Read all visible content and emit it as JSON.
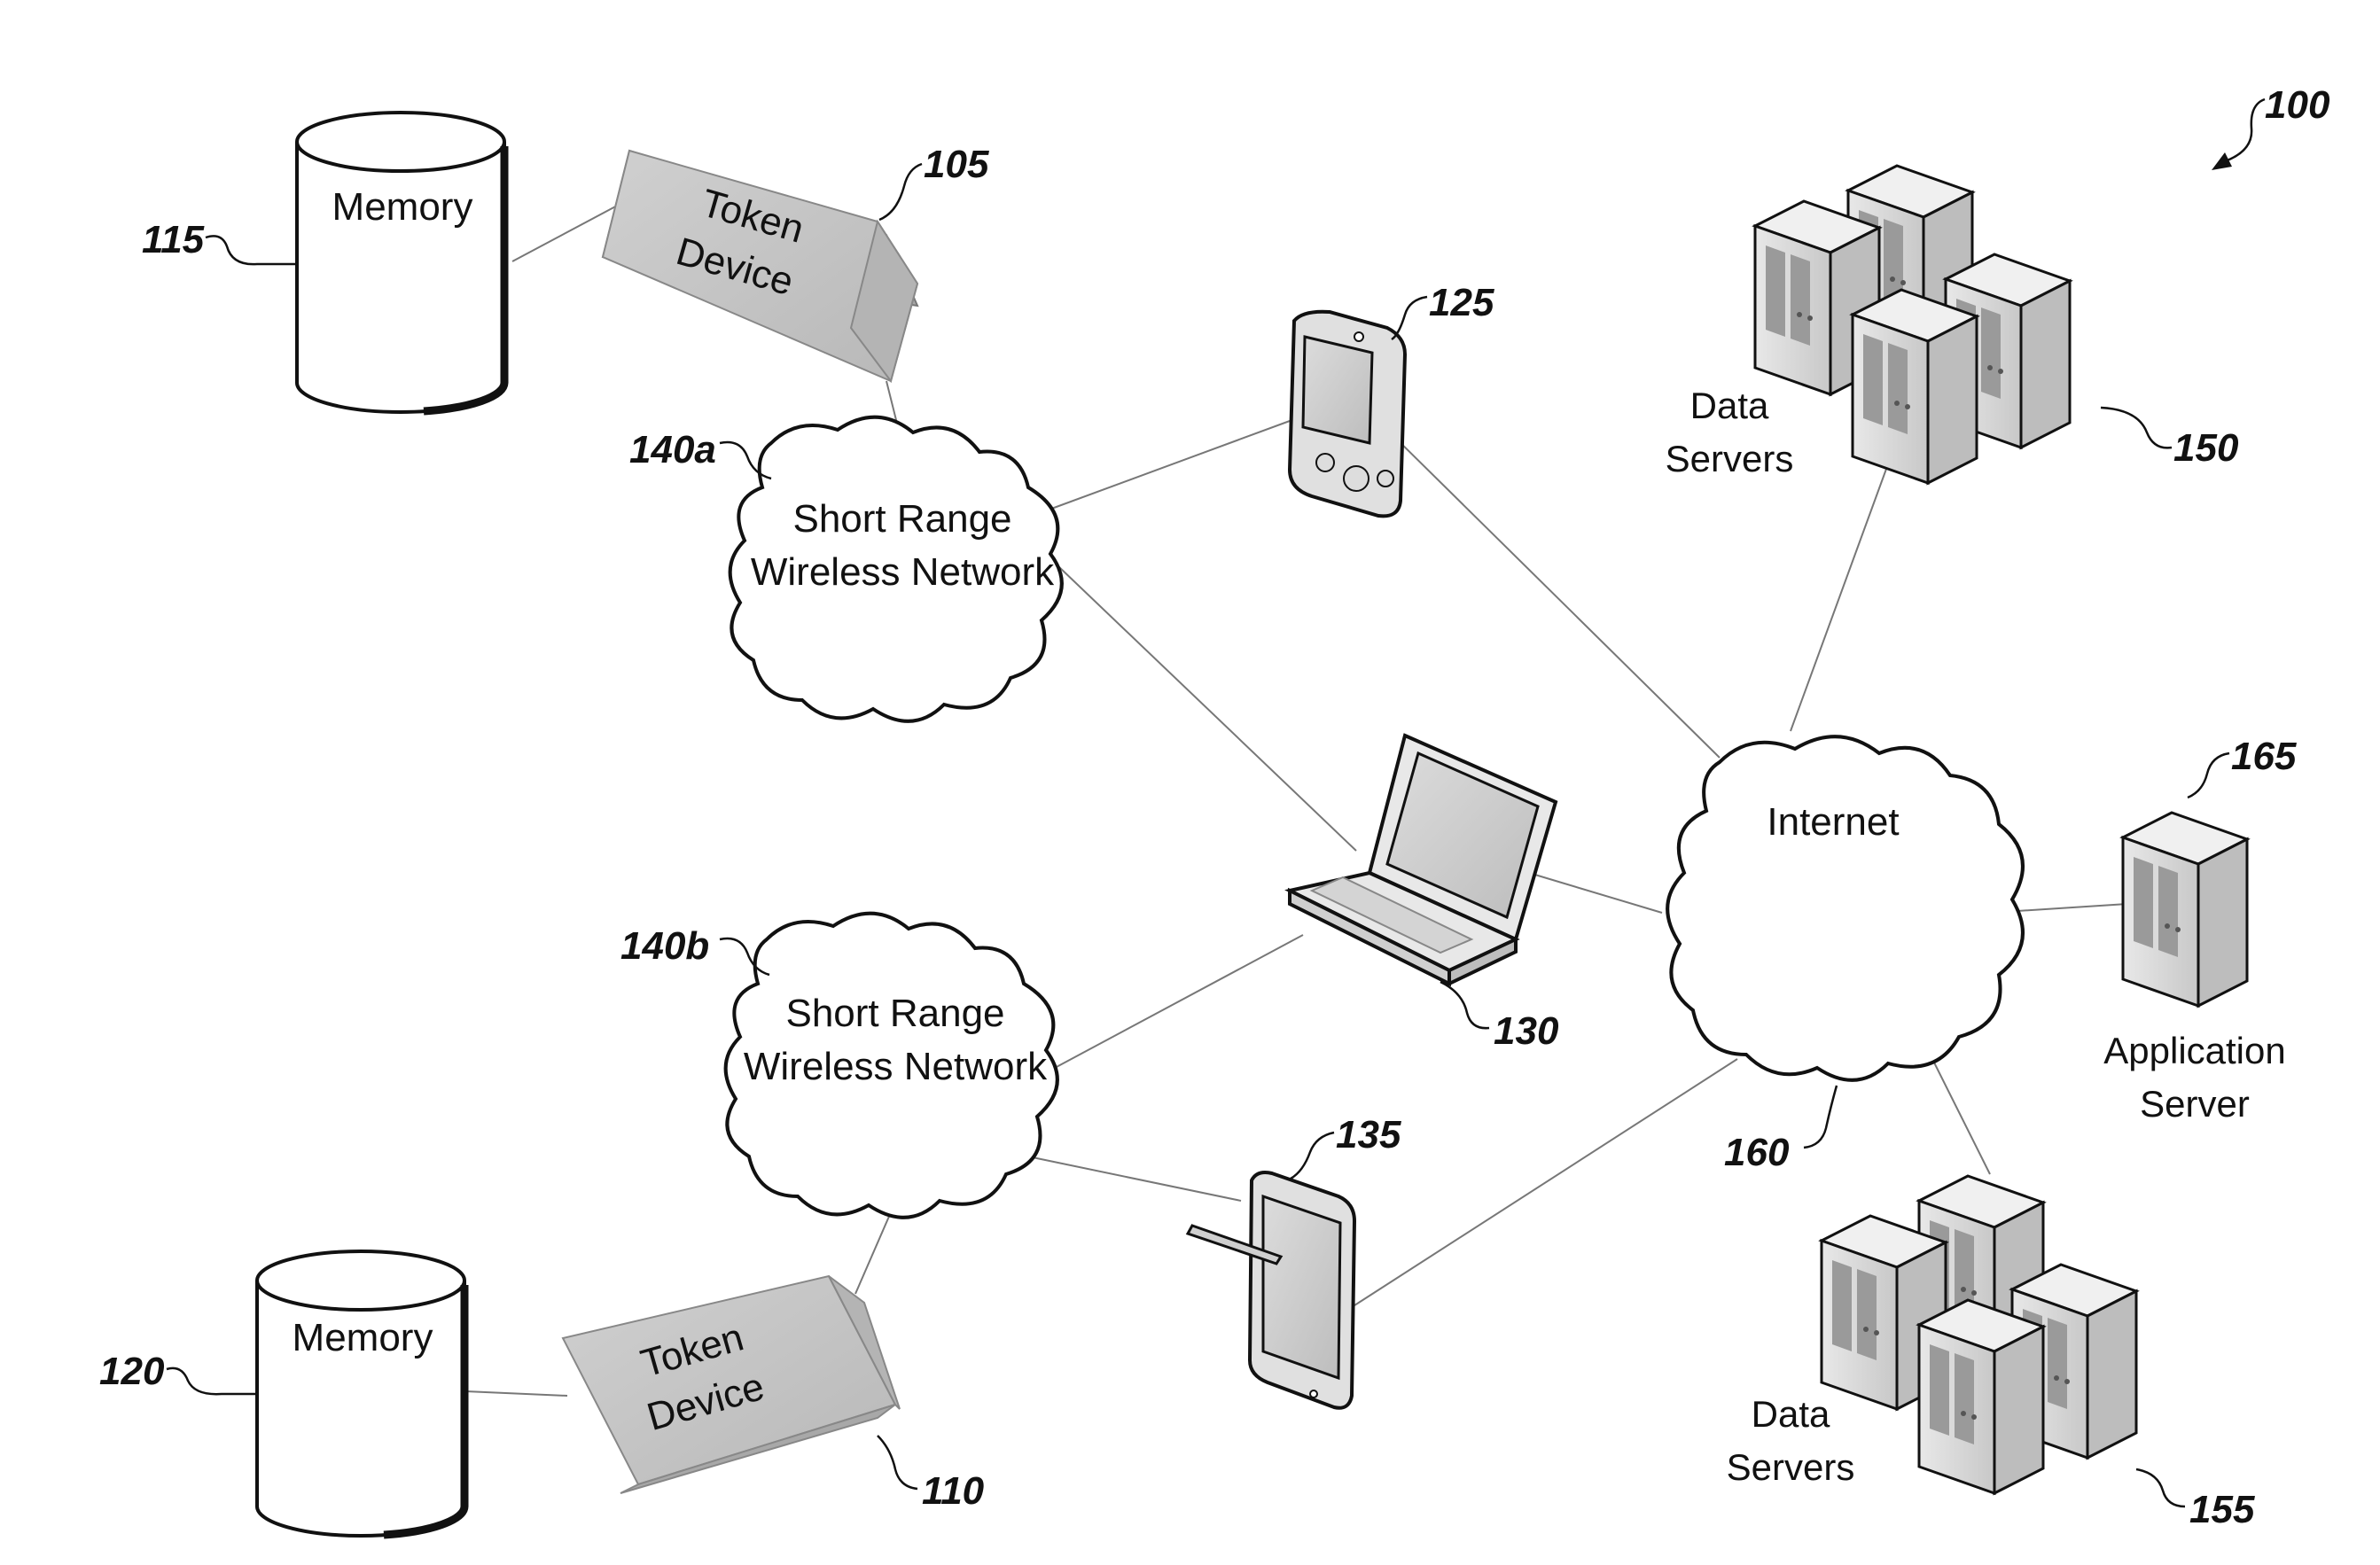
{
  "figure_ref": "100",
  "nodes": {
    "memory_top": {
      "label": "Memory",
      "ref": "115"
    },
    "memory_bottom": {
      "label": "Memory",
      "ref": "120"
    },
    "token_top": {
      "label_line1": "Token",
      "label_line2": "Device",
      "ref": "105"
    },
    "token_bottom": {
      "label_line1": "Token",
      "label_line2": "Device",
      "ref": "110"
    },
    "network_a": {
      "label_line1": "Short Range",
      "label_line2": "Wireless Network",
      "ref": "140a"
    },
    "network_b": {
      "label_line1": "Short Range",
      "label_line2": "Wireless Network",
      "ref": "140b"
    },
    "pda": {
      "ref": "125"
    },
    "laptop": {
      "ref": "130"
    },
    "tablet": {
      "ref": "135"
    },
    "internet": {
      "label": "Internet",
      "ref": "160"
    },
    "data_servers_top": {
      "label_line1": "Data",
      "label_line2": "Servers",
      "ref": "150"
    },
    "data_servers_bottom": {
      "label_line1": "Data",
      "label_line2": "Servers",
      "ref": "155"
    },
    "app_server": {
      "label_line1": "Application",
      "label_line2": "Server",
      "ref": "165"
    }
  },
  "connections": [
    [
      "memory_top",
      "token_top"
    ],
    [
      "token_top",
      "network_a"
    ],
    [
      "network_a",
      "pda"
    ],
    [
      "network_a",
      "laptop"
    ],
    [
      "pda",
      "internet"
    ],
    [
      "laptop",
      "internet"
    ],
    [
      "network_b",
      "laptop"
    ],
    [
      "network_b",
      "tablet"
    ],
    [
      "network_b",
      "token_bottom"
    ],
    [
      "token_bottom",
      "memory_bottom"
    ],
    [
      "tablet",
      "internet"
    ],
    [
      "internet",
      "data_servers_top"
    ],
    [
      "internet",
      "app_server"
    ],
    [
      "internet",
      "data_servers_bottom"
    ]
  ]
}
